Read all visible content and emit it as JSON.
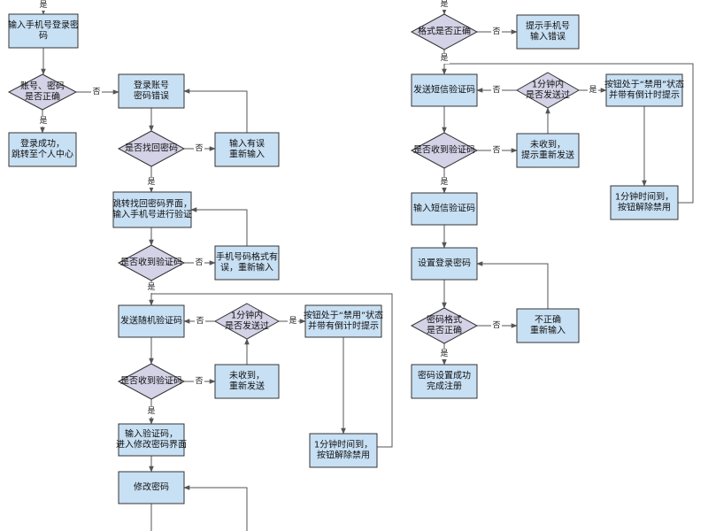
{
  "diagram": {
    "nodes": {
      "phone_login": {
        "lines": [
          "输入手机号登录密",
          "码"
        ]
      },
      "acct_check": {
        "lines": [
          "账号、密码",
          "是否正确"
        ]
      },
      "login_ok": {
        "lines": [
          "登录成功，",
          "跳转至个人中心"
        ]
      },
      "login_err": {
        "lines": [
          "登录账号",
          "密码错误"
        ]
      },
      "find_pwd": {
        "lines": [
          "是否找回密码"
        ]
      },
      "reinput": {
        "lines": [
          "输入有误",
          "重新输入"
        ]
      },
      "goto_find": {
        "lines": [
          "跳转找回密码界面，",
          "输入手机号进行验证"
        ]
      },
      "recv_code_1": {
        "lines": [
          "是否收到验证码"
        ]
      },
      "phone_fmt_err": {
        "lines": [
          "手机号码格式有",
          "误，重新输入"
        ]
      },
      "send_random": {
        "lines": [
          "发送随机验证码"
        ]
      },
      "sent_1min_l": {
        "lines": [
          "1分钟内",
          "是否发送过"
        ]
      },
      "btn_disabled_l": {
        "lines": [
          "按钮处于“禁用”状态",
          "并带有倒计时提示"
        ]
      },
      "recv_code_2": {
        "lines": [
          "是否收到验证码"
        ]
      },
      "not_recv_l": {
        "lines": [
          "未收到，",
          "重新发送"
        ]
      },
      "enter_code": {
        "lines": [
          "输入验证码，",
          "进入修改密码界面"
        ]
      },
      "unlock_l": {
        "lines": [
          "1分钟时间到，",
          "按钮解除禁用"
        ]
      },
      "change_pwd": {
        "lines": [
          "修改密码"
        ]
      },
      "fmt_check": {
        "lines": [
          "格式是否正确"
        ]
      },
      "phone_err_tip": {
        "lines": [
          "提示手机号",
          "输入错误"
        ]
      },
      "send_sms": {
        "lines": [
          "发送短信验证码"
        ]
      },
      "sent_1min_r": {
        "lines": [
          "1分钟内",
          "是否发送过"
        ]
      },
      "btn_disabled_r": {
        "lines": [
          "按钮处于“禁用”状态",
          "并带有倒计时提示"
        ]
      },
      "recv_code_r": {
        "lines": [
          "是否收到验证码"
        ]
      },
      "not_recv_r": {
        "lines": [
          "未收到，",
          "提示重新发送"
        ]
      },
      "unlock_r": {
        "lines": [
          "1分钟时间到，",
          "按钮解除禁用"
        ]
      },
      "enter_sms": {
        "lines": [
          "输入短信验证码"
        ]
      },
      "set_pwd": {
        "lines": [
          "设置登录密码"
        ]
      },
      "pwd_fmt": {
        "lines": [
          "密码格式",
          "是否正确"
        ]
      },
      "incorrect": {
        "lines": [
          "不正确",
          "重新输入"
        ]
      },
      "reg_done": {
        "lines": [
          "密码设置成功",
          "完成注册"
        ]
      }
    },
    "edge_labels": {
      "yes": "是",
      "no": "否"
    }
  }
}
